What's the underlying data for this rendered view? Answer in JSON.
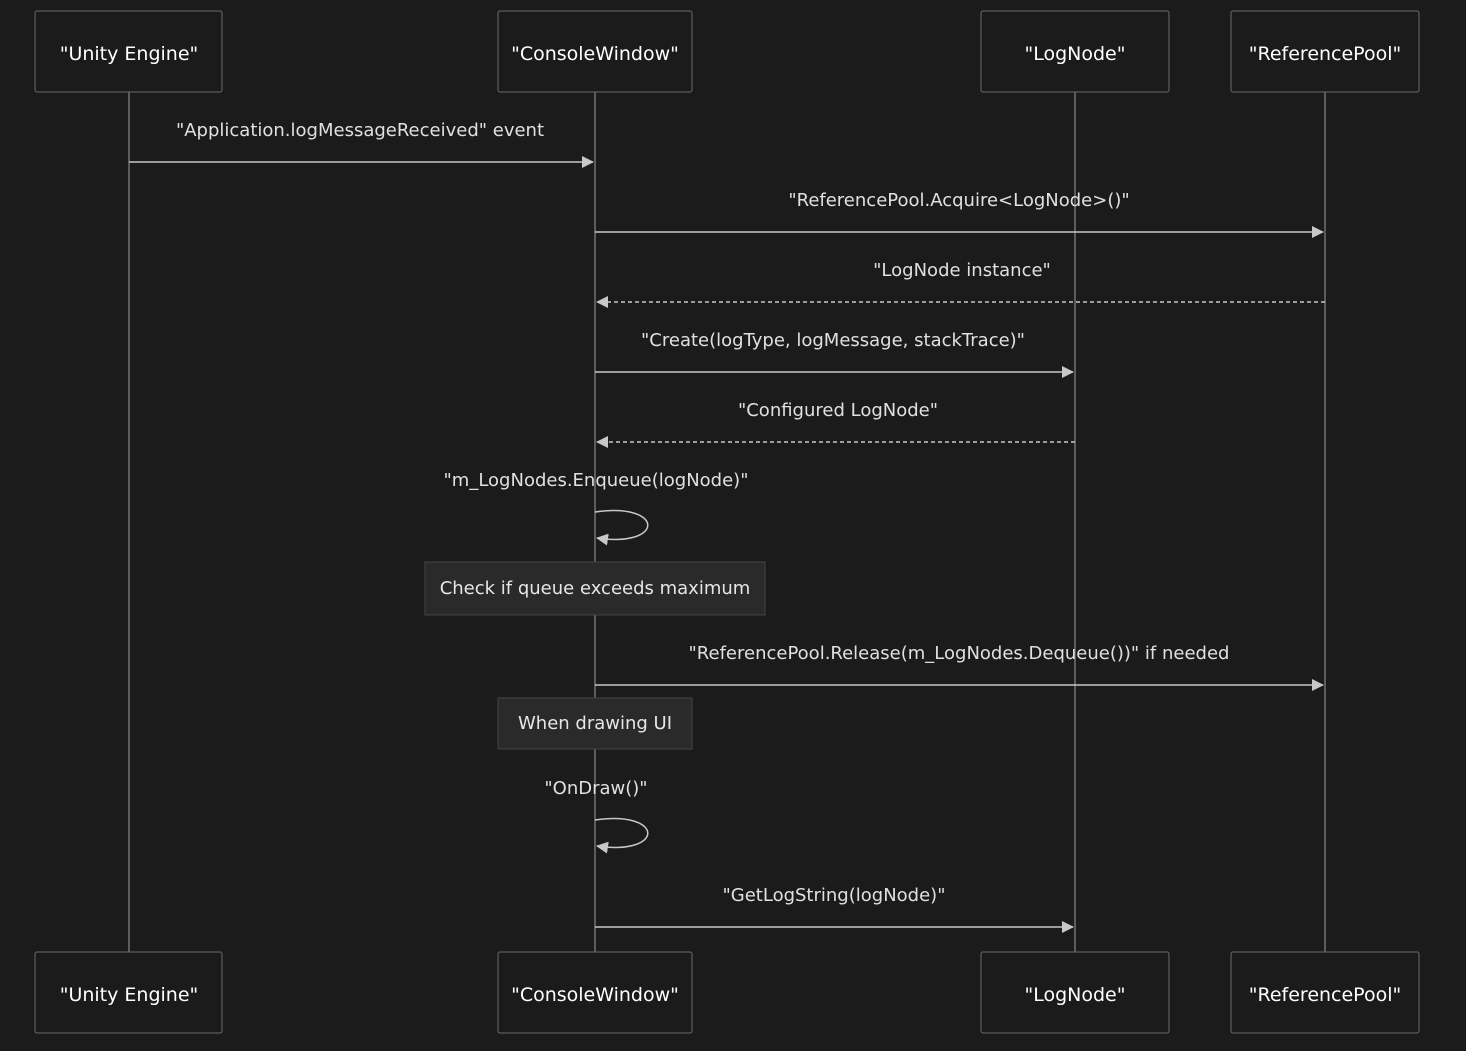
{
  "participants": {
    "unity": "\"Unity Engine\"",
    "console": "\"ConsoleWindow\"",
    "lognode": "\"LogNode\"",
    "pool": "\"ReferencePool\""
  },
  "messages": {
    "m1": "\"Application.logMessageReceived\" event",
    "m2": "\"ReferencePool.Acquire<LogNode>()\"",
    "m3": "\"LogNode instance\"",
    "m4": "\"Create(logType, logMessage, stackTrace)\"",
    "m5": "\"Configured LogNode\"",
    "m6": "\"m_LogNodes.Enqueue(logNode)\"",
    "m7": "\"ReferencePool.Release(m_LogNodes.Dequeue())\" if needed",
    "m8": "\"OnDraw()\"",
    "m9": "\"GetLogString(logNode)\""
  },
  "notes": {
    "n1": "Check if queue exceeds maximum",
    "n2": "When drawing UI"
  }
}
